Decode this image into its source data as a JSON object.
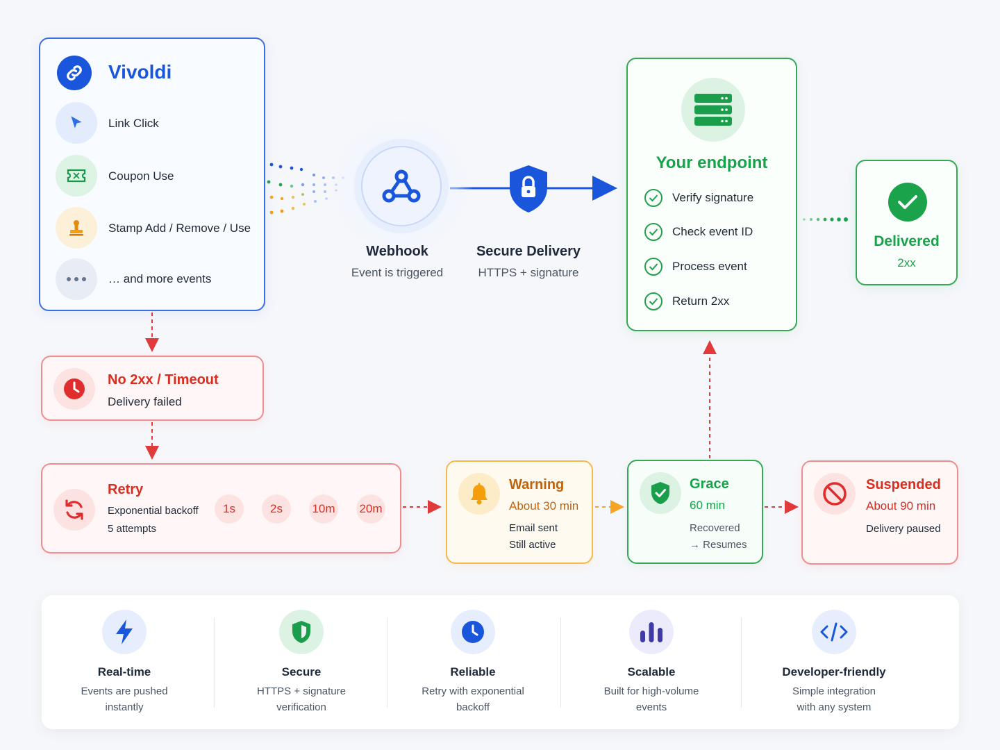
{
  "events": {
    "brand": "Vivoldi",
    "items": [
      {
        "label": "Link Click",
        "icon": "cursor-icon"
      },
      {
        "label": "Coupon Use",
        "icon": "ticket-icon"
      },
      {
        "label": "Stamp Add / Remove / Use",
        "icon": "stamp-icon"
      },
      {
        "label": "… and more events",
        "icon": "more-icon"
      }
    ]
  },
  "webhook": {
    "title": "Webhook",
    "subtitle": "Event is triggered"
  },
  "secure_delivery": {
    "title": "Secure Delivery",
    "subtitle": "HTTPS + signature"
  },
  "endpoint": {
    "title": "Your endpoint",
    "steps": [
      "Verify signature",
      "Check event ID",
      "Process event",
      "Return 2xx"
    ]
  },
  "delivered": {
    "title": "Delivered",
    "code": "2xx"
  },
  "timeout": {
    "title": "No 2xx / Timeout",
    "subtitle": "Delivery failed"
  },
  "retry": {
    "title": "Retry",
    "line1": "Exponential backoff",
    "line2": "5 attempts",
    "intervals": [
      "1s",
      "2s",
      "10m",
      "20m"
    ]
  },
  "warning": {
    "title": "Warning",
    "time": "About 30 min",
    "line1": "Email sent",
    "line2": "Still active"
  },
  "grace": {
    "title": "Grace",
    "time": "60 min",
    "line1": "Recovered",
    "line2": "→ Resumes"
  },
  "suspended": {
    "title": "Suspended",
    "time": "About 90 min",
    "line1": "Delivery paused"
  },
  "features": [
    {
      "title": "Real-time",
      "desc1": "Events are pushed",
      "desc2": "instantly",
      "icon": "lightning-icon"
    },
    {
      "title": "Secure",
      "desc1": "HTTPS + signature",
      "desc2": "verification",
      "icon": "shield-icon"
    },
    {
      "title": "Reliable",
      "desc1": "Retry with exponential",
      "desc2": "backoff",
      "icon": "clock-icon"
    },
    {
      "title": "Scalable",
      "desc1": "Built for high-volume",
      "desc2": "events",
      "icon": "bar-chart-icon"
    },
    {
      "title": "Developer-friendly",
      "desc1": "Simple integration",
      "desc2": "with any system",
      "icon": "code-icon"
    }
  ],
  "colors": {
    "blue": "#1a56db",
    "green": "#16a34a",
    "red": "#d92d20",
    "orange": "#c2620a"
  }
}
